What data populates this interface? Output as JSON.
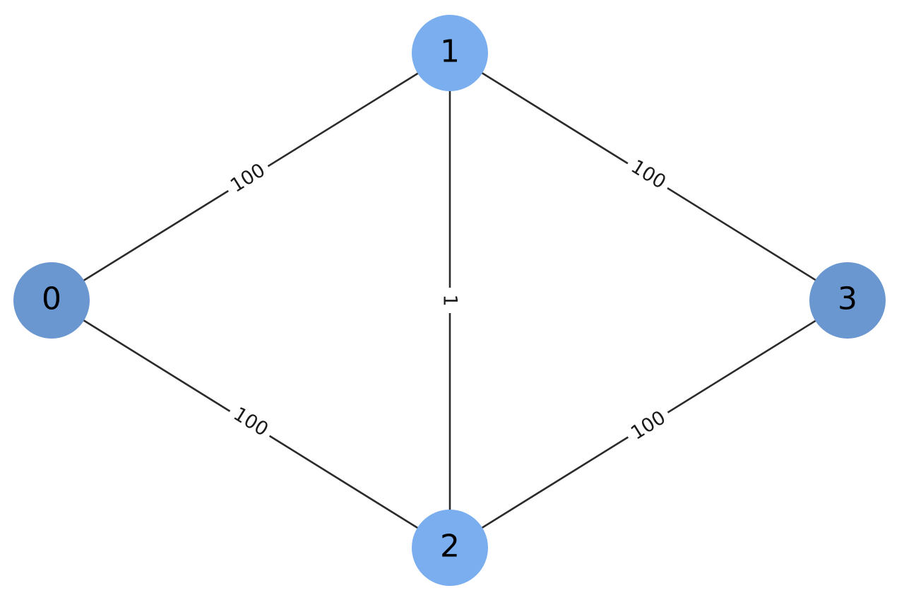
{
  "nodes": [
    {
      "id": "0",
      "label": "0",
      "color": "#6a97d0"
    },
    {
      "id": "1",
      "label": "1",
      "color": "#7aaeef"
    },
    {
      "id": "2",
      "label": "2",
      "color": "#7aaeef"
    },
    {
      "id": "3",
      "label": "3",
      "color": "#6a97d0"
    }
  ],
  "edges": [
    {
      "from": "0",
      "to": "1",
      "label": "100"
    },
    {
      "from": "0",
      "to": "2",
      "label": "100"
    },
    {
      "from": "1",
      "to": "2",
      "label": "1"
    },
    {
      "from": "1",
      "to": "3",
      "label": "100"
    },
    {
      "from": "2",
      "to": "3",
      "label": "100"
    }
  ],
  "directed": true,
  "colors": {
    "edge": "#2b2b2b",
    "arrow": "#3f6fa8"
  }
}
